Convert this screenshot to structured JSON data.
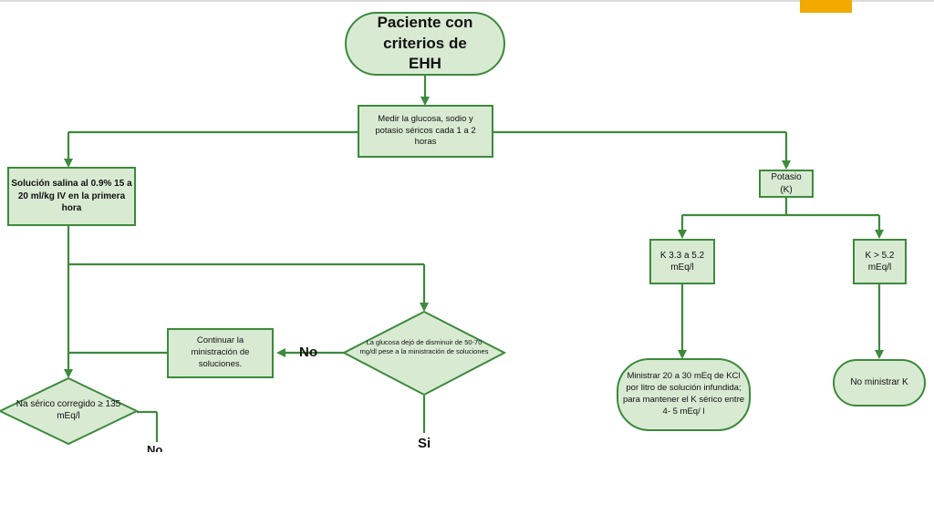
{
  "start": "Paciente con criterios de EHH",
  "measure": "Medir la glucosa, sodio y potasio séricos cada 1 a 2 horas",
  "saline": "Solución salina al 0.9% 15 a 20 ml/kg IV en la primera hora",
  "potasio": "Potasio (K)",
  "k_range": "K 3.3 a 5.2 mEq/l",
  "k_high": "K > 5.2 mEq/l",
  "continuar": "Continuar la ministración de soluciones.",
  "glucosa_decision": "La glucosa dejó de disminuir de 50-70 mg/dl pese a la ministración de soluciones",
  "na_decision": "Na sérico corregido ≥ 135 mEq/l",
  "ministrar": "Ministrar 20 a 30 mEq de KCl por litro de solución infundida; para mantener el K sérico entre 4- 5 mEq/ l",
  "no_ministrar": "No ministrar K",
  "label_no_1": "No",
  "label_si": "Si",
  "label_no_2": "No",
  "colors": {
    "fill": "#d9ead3",
    "stroke": "#3c8a3c",
    "accent_tab": "#f2a900"
  }
}
